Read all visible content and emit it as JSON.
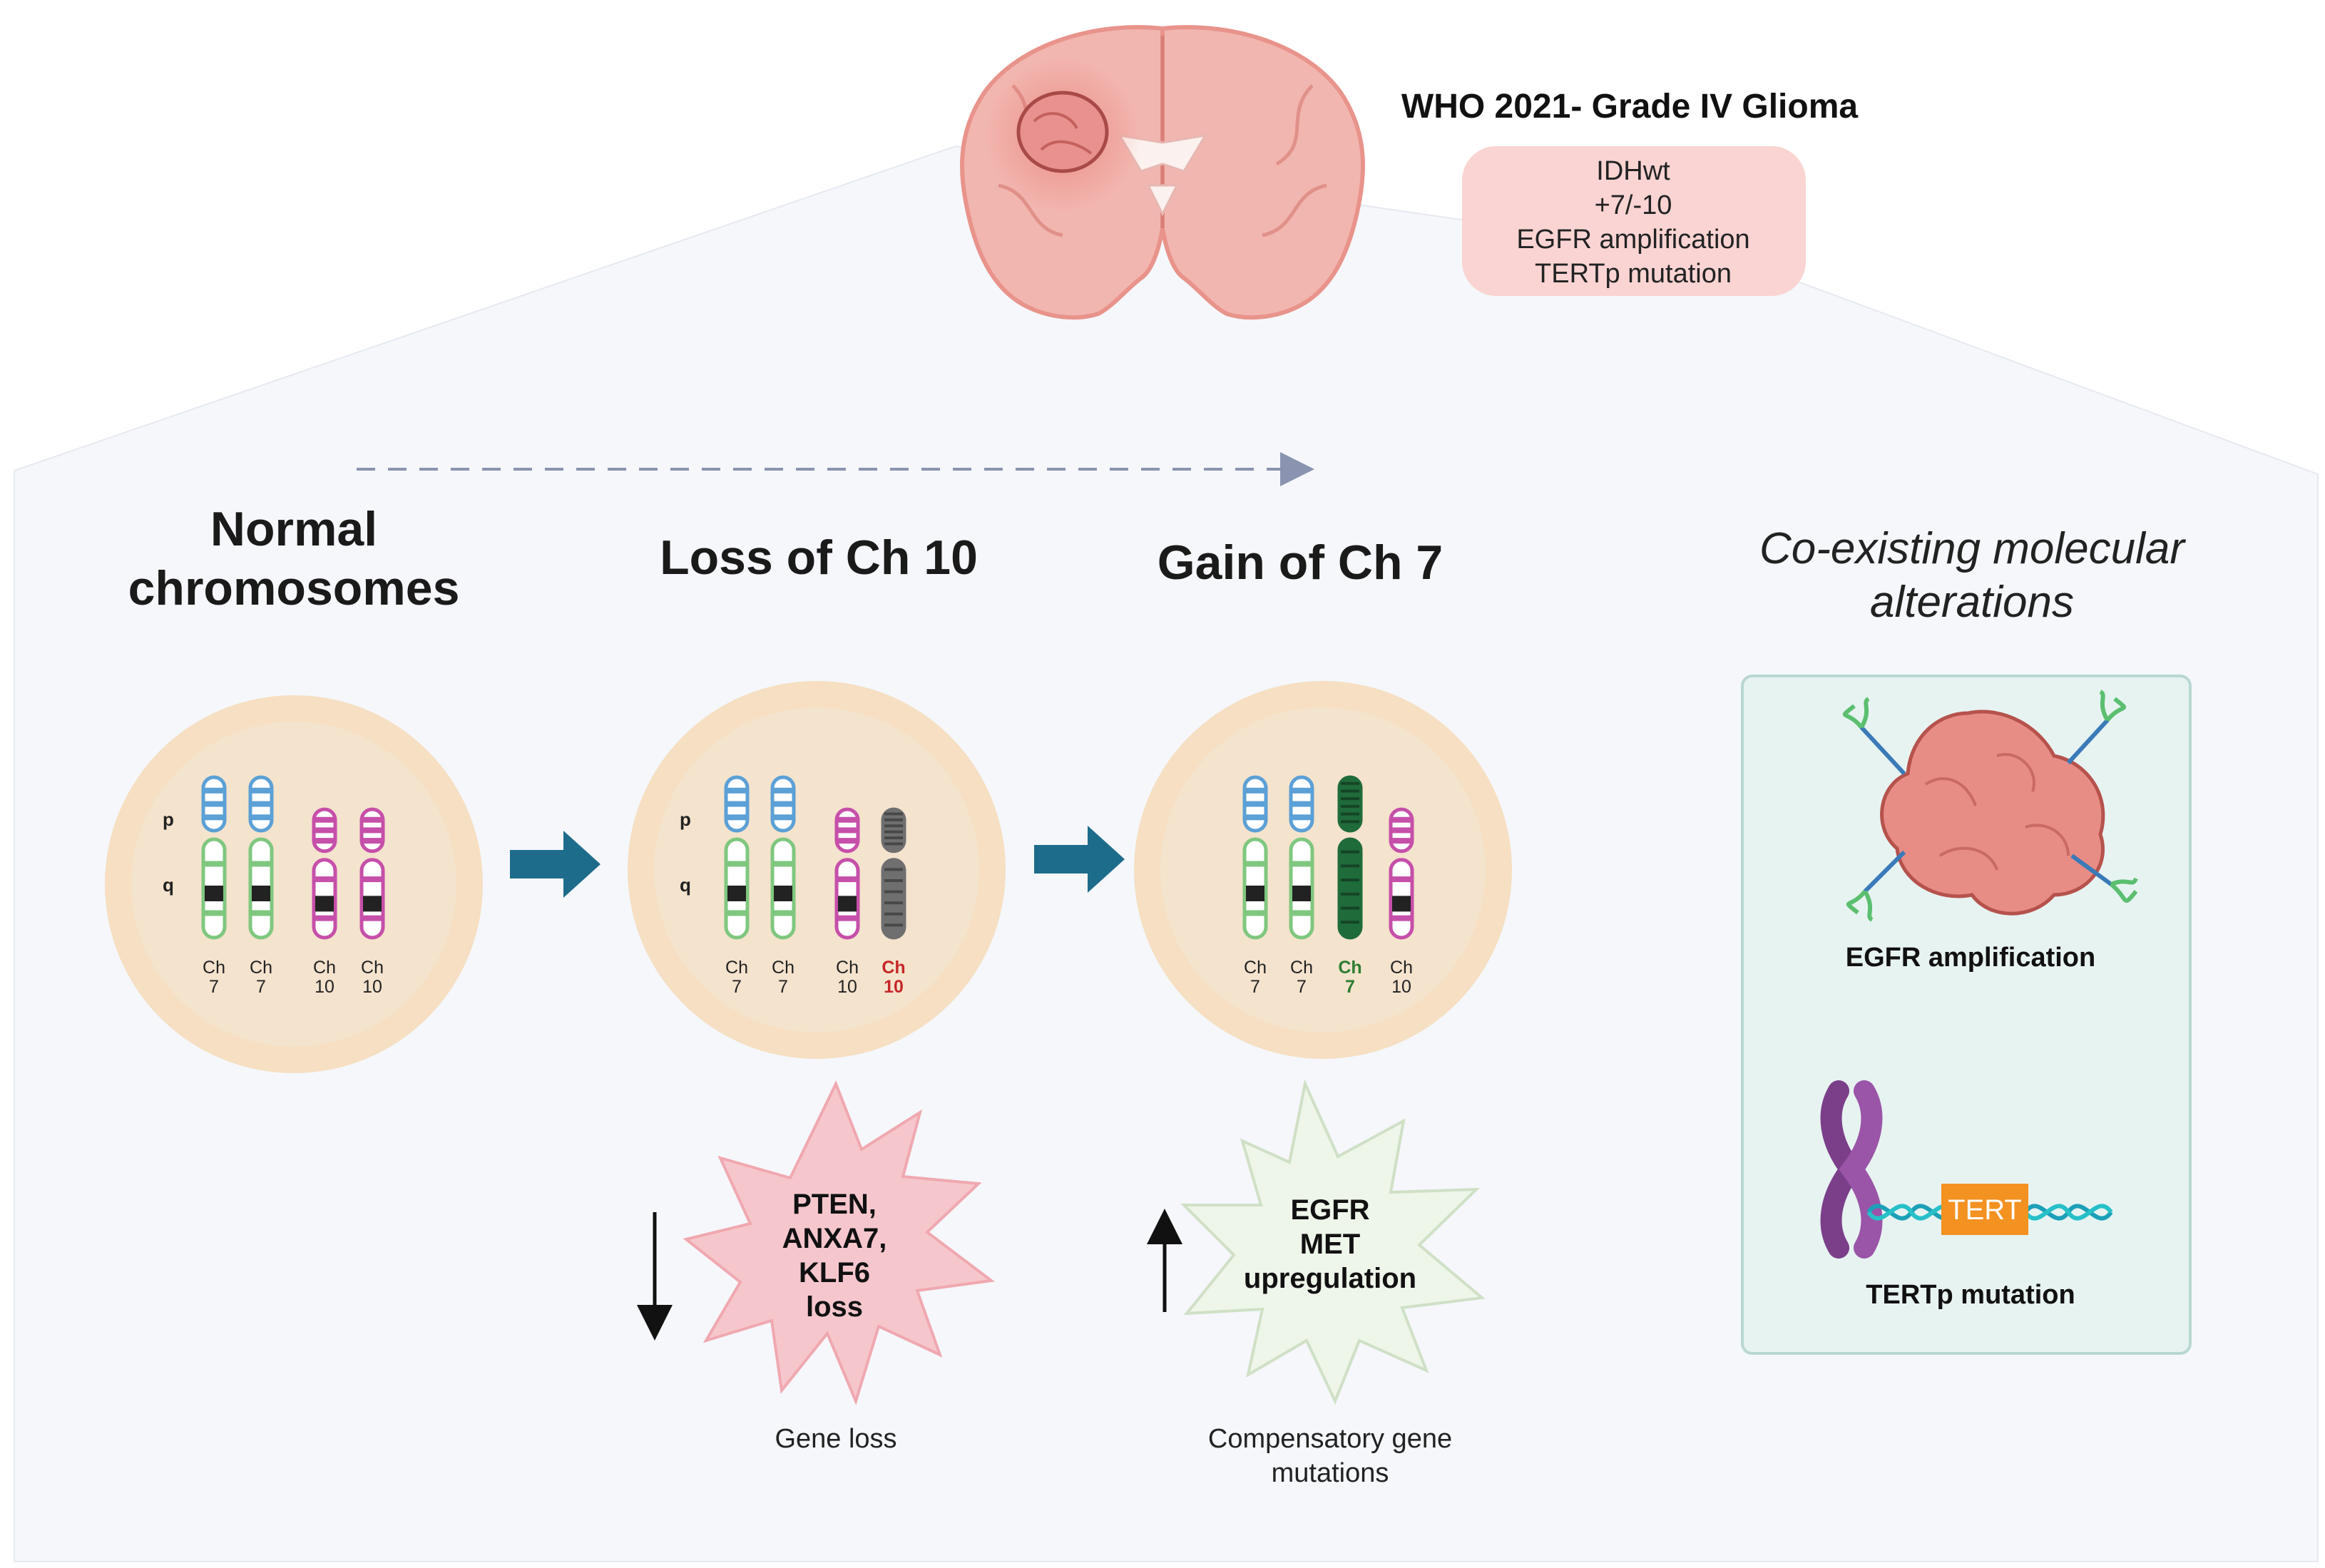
{
  "header": {
    "title": "WHO 2021- Grade IV Glioma",
    "markers": [
      "IDHwt",
      "+7/-10",
      "EGFR amplification",
      "TERTp mutation"
    ]
  },
  "stages": {
    "normal": {
      "title_line1": "Normal",
      "title_line2": "chromosomes"
    },
    "loss": {
      "title": "Loss of Ch 10"
    },
    "gain": {
      "title": "Gain of Ch 7"
    }
  },
  "arm_labels": {
    "p": "p",
    "q": "q"
  },
  "chromosome_labels": {
    "ch": "Ch",
    "seven": "7",
    "ten": "10"
  },
  "gene_loss": {
    "burst_lines": [
      "PTEN,",
      "ANXA7,",
      "KLF6",
      "loss"
    ],
    "caption": "Gene loss"
  },
  "gene_gain": {
    "burst_lines": [
      "EGFR",
      "MET",
      "upregulation"
    ],
    "caption_line1": "Compensatory gene",
    "caption_line2": "mutations"
  },
  "coexisting": {
    "title_line1": "Co-existing molecular",
    "title_line2": "alterations",
    "egfr_label": "EGFR amplification",
    "tert_box": "TERT",
    "tert_label": "TERTp mutation"
  },
  "colors": {
    "panel": "#f5f7fb",
    "cell_outer": "#f6dfc2",
    "cell_inner": "#f4e3cd",
    "arrow": "#1e6c8c",
    "ch7": "#7fc77f",
    "ch7_p": "#5ba0d6",
    "ch10": "#c64fa9",
    "ch10_lost": "#6f6f6f",
    "ch7_gain": "#1f6b3a",
    "burst_loss": "#f5c7cc",
    "burst_gain": "#eef5e9",
    "tumor": "#e8918e",
    "brain": "#f2b6b0",
    "marker_box": "#fad4d2",
    "coexist_box": "#e7f3f1",
    "tert_box": "#f39121"
  }
}
